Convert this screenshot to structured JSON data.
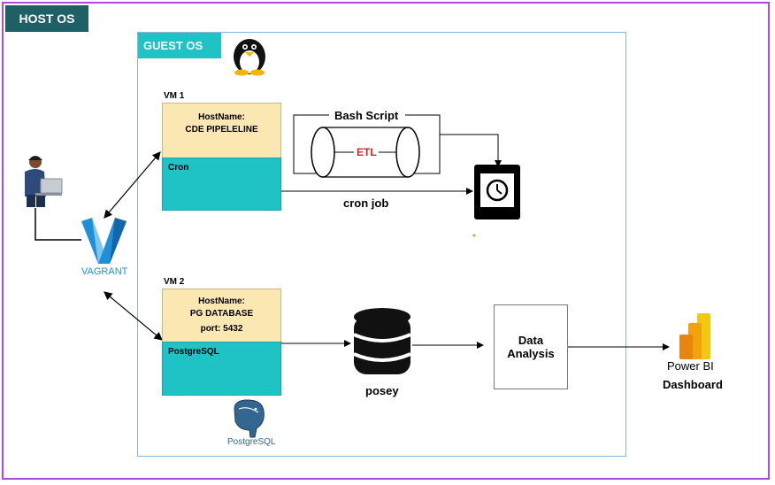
{
  "host": {
    "label": "HOST OS"
  },
  "guest": {
    "label": "GUEST OS"
  },
  "vagrant": {
    "label": "VAGRANT"
  },
  "vm1": {
    "title": "VM 1",
    "hostname_label": "HostName:",
    "hostname": "CDE PIPELELINE",
    "service": "Cron"
  },
  "vm2": {
    "title": "VM 2",
    "hostname_label": "HostName:",
    "hostname": "PG DATABASE",
    "port": "port: 5432",
    "service": "PostgreSQL"
  },
  "bash_script": {
    "label": "Bash Script"
  },
  "etl": {
    "label": "ETL",
    "color": "#e0201b"
  },
  "cron_job": {
    "label": "cron job"
  },
  "database": {
    "label": "posey"
  },
  "analysis": {
    "label": "Data Analysis"
  },
  "powerbi": {
    "name": "Power BI",
    "label": "Dashboard"
  },
  "postgres_logo": {
    "label": "PostgreSQL"
  },
  "icons": [
    "linux-penguin-icon",
    "developer-laptop-icon",
    "vagrant-logo-icon",
    "clock-icon",
    "database-icon",
    "powerbi-icon",
    "postgresql-elephant-icon"
  ],
  "colors": {
    "host_frame": "#b04bd8",
    "host_label_bg": "#1f5f66",
    "guest_label_bg": "#1fc3c6",
    "vm_top": "#fbe7b2",
    "vm_bottom": "#1fc3c6"
  }
}
